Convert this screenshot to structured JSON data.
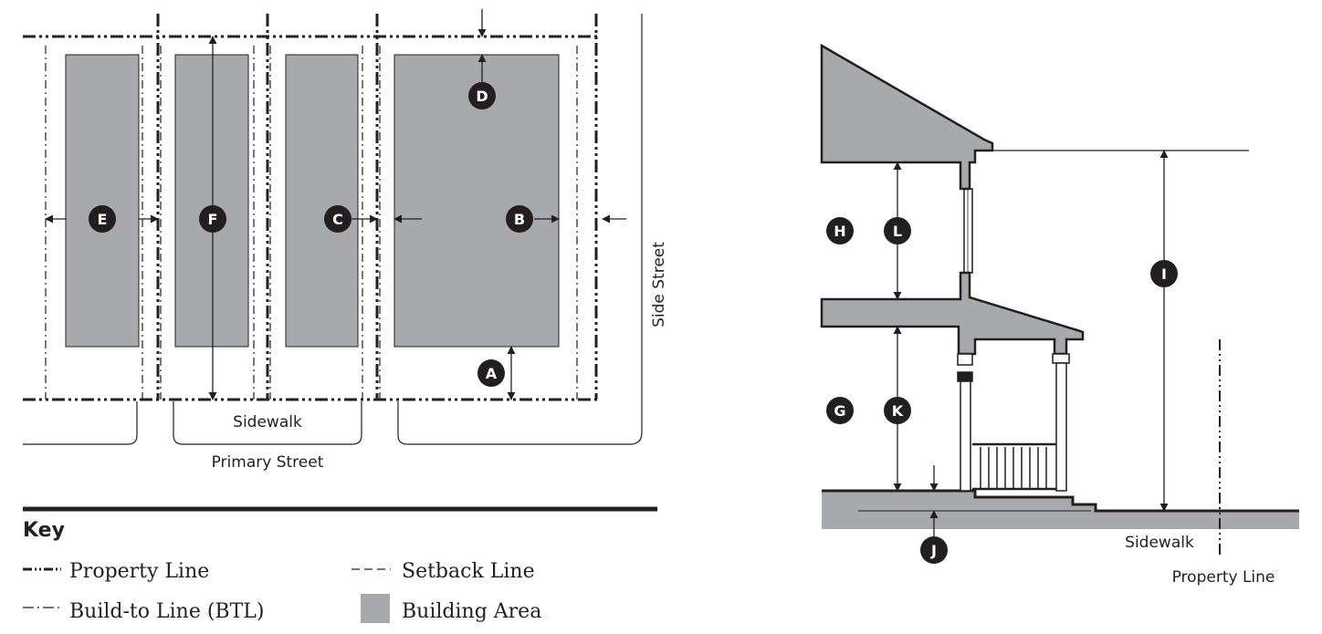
{
  "plan": {
    "sidewalk_label": "Sidewalk",
    "primary_street_label": "Primary Street",
    "side_street_label": "Side Street",
    "markers": [
      "A",
      "B",
      "C",
      "D",
      "E",
      "F"
    ]
  },
  "key": {
    "title": "Key",
    "items": [
      {
        "label": "Property Line",
        "symbol": "dash-dot-dot"
      },
      {
        "label": "Setback Line",
        "symbol": "dashed"
      },
      {
        "label": "Build-to Line (BTL)",
        "symbol": "dash-dot"
      },
      {
        "label": "Building Area",
        "symbol": "gray-fill"
      }
    ]
  },
  "section": {
    "sidewalk_label": "Sidewalk",
    "property_line_label": "Property Line",
    "markers": [
      "G",
      "H",
      "I",
      "J",
      "K",
      "L"
    ]
  },
  "colors": {
    "building": "#a7a9ac",
    "line": "#231f20"
  }
}
